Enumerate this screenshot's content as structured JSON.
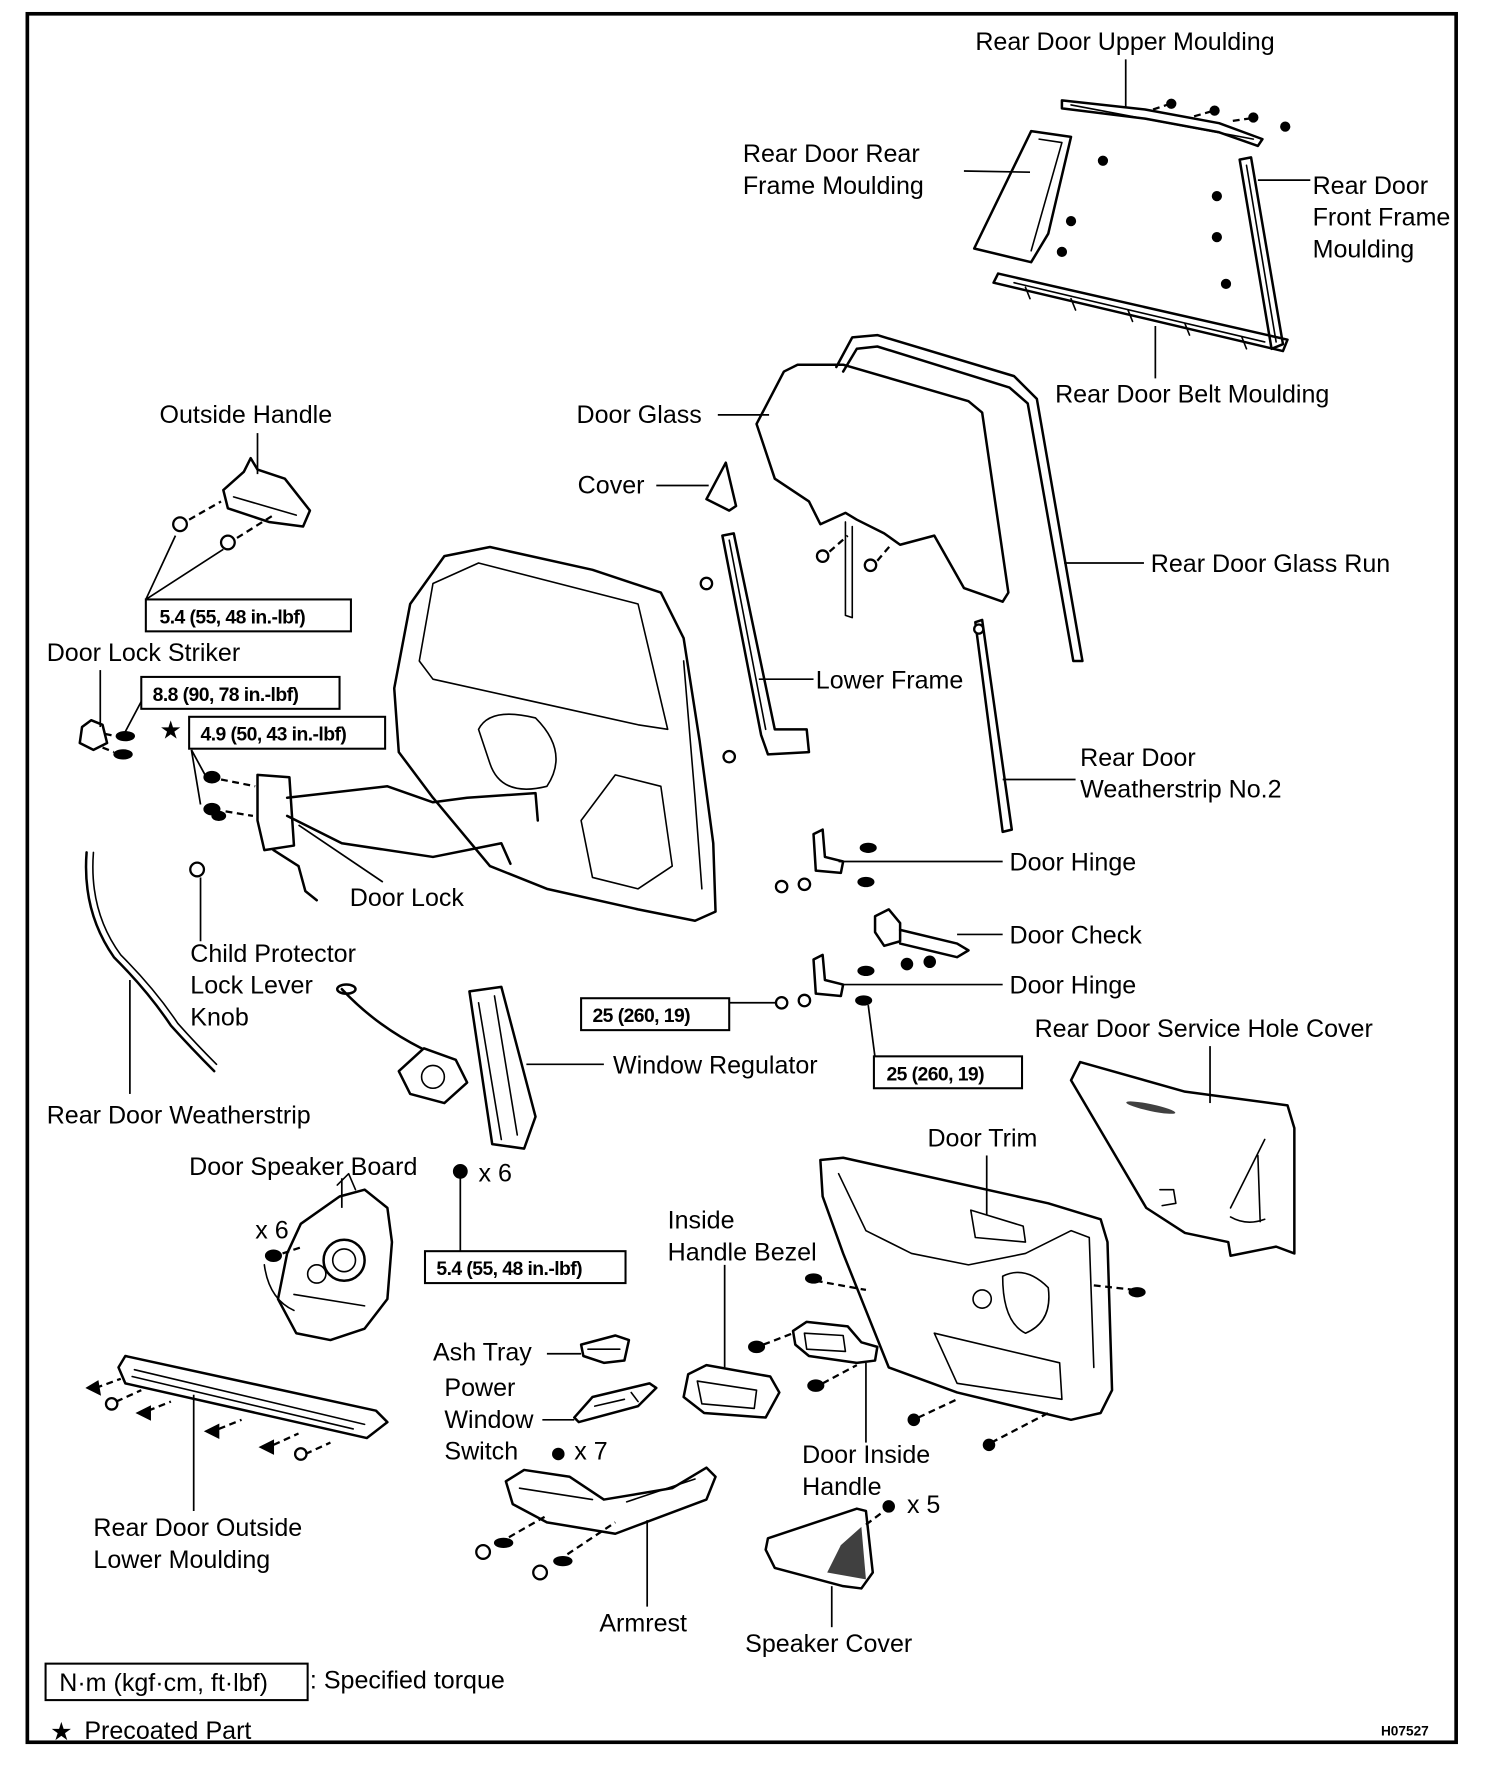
{
  "diagram": {
    "figure_code": "H07527",
    "parts": {
      "rear_door_upper_moulding": "Rear Door Upper Moulding",
      "rear_door_rear_frame_moulding": [
        "Rear Door Rear",
        "Frame Moulding"
      ],
      "rear_door_front_frame_moulding": [
        "Rear Door",
        "Front Frame",
        "Moulding"
      ],
      "rear_door_belt_moulding": "Rear Door Belt Moulding",
      "outside_handle": "Outside Handle",
      "door_glass": "Door Glass",
      "cover": "Cover",
      "rear_door_glass_run": "Rear Door Glass Run",
      "door_lock_striker": "Door Lock Striker",
      "lower_frame": "Lower Frame",
      "rear_door_weatherstrip_no2": [
        "Rear Door",
        "Weatherstrip No.2"
      ],
      "door_lock": "Door Lock",
      "door_hinge_upper": "Door Hinge",
      "door_check": "Door Check",
      "door_hinge_lower": "Door Hinge",
      "child_protector_lock_lever_knob": [
        "Child Protector",
        "Lock Lever",
        "Knob"
      ],
      "window_regulator": "Window Regulator",
      "rear_door_service_hole_cover": "Rear Door Service Hole Cover",
      "rear_door_weatherstrip": "Rear Door Weatherstrip",
      "door_trim": "Door Trim",
      "door_speaker_board": "Door Speaker Board",
      "inside_handle_bezel": [
        "Inside",
        "Handle Bezel"
      ],
      "ash_tray": "Ash Tray",
      "power_window_switch": [
        "Power",
        "Window",
        "Switch"
      ],
      "door_inside_handle": [
        "Door Inside",
        "Handle"
      ],
      "rear_door_outside_lower_moulding": [
        "Rear Door Outside",
        "Lower Moulding"
      ],
      "armrest": "Armrest",
      "speaker_cover": "Speaker Cover"
    },
    "quantities": {
      "regulator_bolts": "x 6",
      "speaker_board_screws": "x 6",
      "armrest_screws": "x 7",
      "speaker_cover_screws": "x 5"
    },
    "torques": {
      "outside_handle": "5.4 (55, 48 in.-lbf)",
      "door_lock_striker": "8.8 (90, 78 in.-lbf)",
      "door_lock": "4.9 (50, 43 in.-lbf)",
      "door_hinge_left": "25 (260, 19)",
      "door_hinge_right": "25 (260, 19)",
      "window_regulator": "5.4 (55, 48 in.-lbf)"
    },
    "precoated_marker": "★",
    "legend": {
      "torque_unit": "N·m (kgf·cm, ft·lbf)",
      "torque_desc": ": Specified torque",
      "precoated_symbol": "★",
      "precoated_desc": "Precoated Part"
    }
  }
}
